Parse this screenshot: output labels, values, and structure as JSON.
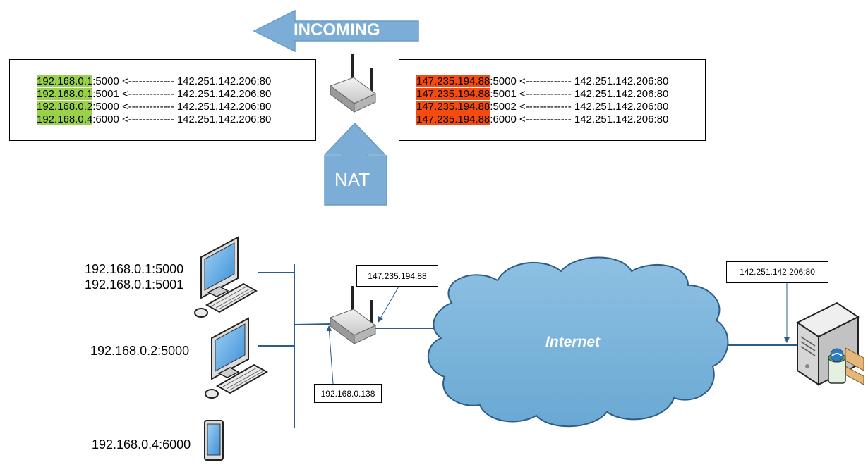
{
  "incoming": {
    "label": "INCOMING"
  },
  "nat": {
    "label": "NAT"
  },
  "left_table": {
    "rows": [
      {
        "ip": "192.168.0.1",
        "port": ":5000",
        "arrow": " <------------- ",
        "dest": "142.251.142.206:80"
      },
      {
        "ip": "192.168.0.1",
        "port": ":5001",
        "arrow": " <------------- ",
        "dest": "142.251.142.206:80"
      },
      {
        "ip": "192.168.0.2",
        "port": ":5000",
        "arrow": " <------------- ",
        "dest": "142.251.142.206:80"
      },
      {
        "ip": "192.168.0.4",
        "port": ":6000",
        "arrow": " <------------- ",
        "dest": "142.251.142.206:80"
      }
    ],
    "highlight_color": "#99d14b"
  },
  "right_table": {
    "rows": [
      {
        "ip": "147.235.194.88",
        "port": ":5000",
        "arrow": " <------------- ",
        "dest": "142.251.142.206:80"
      },
      {
        "ip": "147.235.194.88",
        "port": ":5001",
        "arrow": " <------------- ",
        "dest": "142.251.142.206:80"
      },
      {
        "ip": "147.235.194.88",
        "port": ":5002",
        "arrow": " <------------- ",
        "dest": "142.251.142.206:80"
      },
      {
        "ip": "147.235.194.88",
        "port": ":6000",
        "arrow": " <------------- ",
        "dest": "142.251.142.206:80"
      }
    ],
    "highlight_color": "#f44b10"
  },
  "hosts": {
    "pc1": {
      "line1": "192.168.0.1:5000",
      "line2": "192.168.0.1:5001",
      "icon": "desktop-computer-icon"
    },
    "pc2": {
      "line1": "192.168.0.2:5000",
      "icon": "desktop-computer-icon"
    },
    "tablet": {
      "line1": "192.168.0.4:6000",
      "icon": "tablet-icon"
    }
  },
  "router": {
    "wan_ip": "147.235.194.88",
    "lan_ip": "192.168.0.138",
    "icon": "router-icon"
  },
  "internet": {
    "label": "Internet",
    "color": "#7fb6db"
  },
  "server": {
    "address": "142.251.142.206:80",
    "icon": "server-icon"
  },
  "colors": {
    "arrow_fill": "#7badd6",
    "line": "#2e5c8a"
  }
}
